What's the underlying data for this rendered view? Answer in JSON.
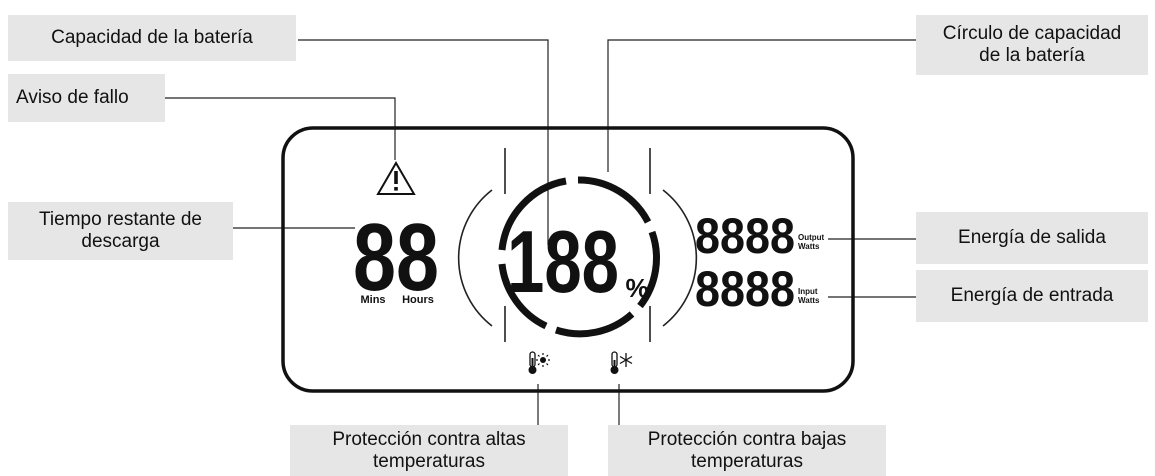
{
  "callouts": {
    "battery_capacity": "Capacidad de la batería",
    "battery_circle_line1": "Círculo de capacidad",
    "battery_circle_line2": "de la batería",
    "fault_warning": "Aviso de fallo",
    "remaining_time_line1": "Tiempo restante de",
    "remaining_time_line2": "descarga",
    "output_energy": "Energía de salida",
    "input_energy": "Energía de entrada",
    "high_temp_line1": "Protección contra altas",
    "high_temp_line2": "temperaturas",
    "low_temp_line1": "Protección contra bajas",
    "low_temp_line2": "temperaturas"
  },
  "display": {
    "time_digits": "88",
    "mins_label": "Mins",
    "hours_label": "Hours",
    "percent_digits": "188",
    "percent_sign": "%",
    "output_digits": "8888",
    "output_label_line1": "Output",
    "output_label_line2": "Watts",
    "input_digits": "8888",
    "input_label_line1": "Input",
    "input_label_line2": "Watts"
  },
  "icons": [
    "warning-icon",
    "high-temperature-icon",
    "low-temperature-icon"
  ]
}
